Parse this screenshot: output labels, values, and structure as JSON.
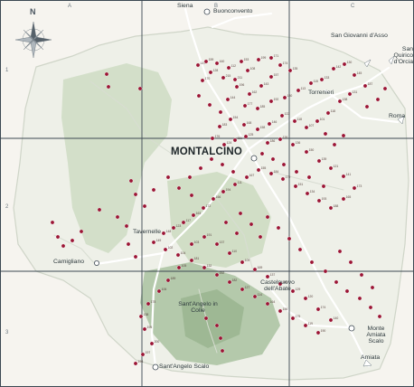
{
  "map": {
    "main_town": "MONTALCINO",
    "towns": [
      {
        "id": "siena",
        "label": "Siena"
      },
      {
        "id": "buonconvento",
        "label": "Buonconvento"
      },
      {
        "id": "san-giovanni-dasso",
        "label": "San Giovanni d'Asso"
      },
      {
        "id": "san-quirico",
        "label": "San Quirico d'Orcia"
      },
      {
        "id": "torrenieri",
        "label": "Torrenieri"
      },
      {
        "id": "roma",
        "label": "Roma"
      },
      {
        "id": "tavernelle",
        "label": "Tavernelle"
      },
      {
        "id": "camigliano",
        "label": "Camigliano"
      },
      {
        "id": "castelnuovo",
        "label": "Castelnuovo dell'Abate"
      },
      {
        "id": "santangelo-colle",
        "label": "Sant'Angelo in Colle"
      },
      {
        "id": "monte-amiata",
        "label": "Monte Amiata Scalo"
      },
      {
        "id": "amiata",
        "label": "Amiata"
      },
      {
        "id": "santangelo-scalo",
        "label": "Sant'Angelo Scalo"
      }
    ],
    "grid": {
      "columns": [
        "A",
        "B",
        "C"
      ],
      "rows": [
        "1",
        "2",
        "3"
      ]
    },
    "compass": {
      "north": "N"
    },
    "colors": {
      "background": "#f6f4ef",
      "territory": "#eef0e8",
      "relief": "#a9c2a0",
      "roads": "#ffffff",
      "marker": "#9b1434",
      "grid": "#3c4852"
    },
    "marker_numbers": [
      "147",
      "159",
      "160",
      "112",
      "153",
      "108",
      "211",
      "215",
      "128",
      "170",
      "199",
      "171",
      "174",
      "135",
      "157",
      "143",
      "162",
      "196",
      "144",
      "177",
      "185",
      "192",
      "180",
      "113",
      "115",
      "133",
      "142",
      "130",
      "145",
      "187",
      "131",
      "138",
      "118",
      "101",
      "107",
      "118",
      "122",
      "146",
      "158",
      "168",
      "154",
      "183",
      "176",
      "124",
      "161",
      "125",
      "186",
      "126",
      "136",
      "150",
      "139",
      "121",
      "141",
      "173",
      "165",
      "188",
      "193",
      "134",
      "151",
      "179",
      "184",
      "155",
      "167",
      "111",
      "194",
      "166",
      "172",
      "163",
      "117",
      "123",
      "148",
      "149",
      "102",
      "104",
      "181",
      "132",
      "152",
      "182",
      "127",
      "114",
      "164",
      "156",
      "175",
      "119",
      "190",
      "140",
      "174",
      "120",
      "129",
      "116",
      "137",
      "169",
      "109",
      "110",
      "137",
      "191",
      "103",
      "105",
      "189",
      "106",
      "178",
      "138",
      "195",
      "200",
      "197",
      "198"
    ]
  }
}
